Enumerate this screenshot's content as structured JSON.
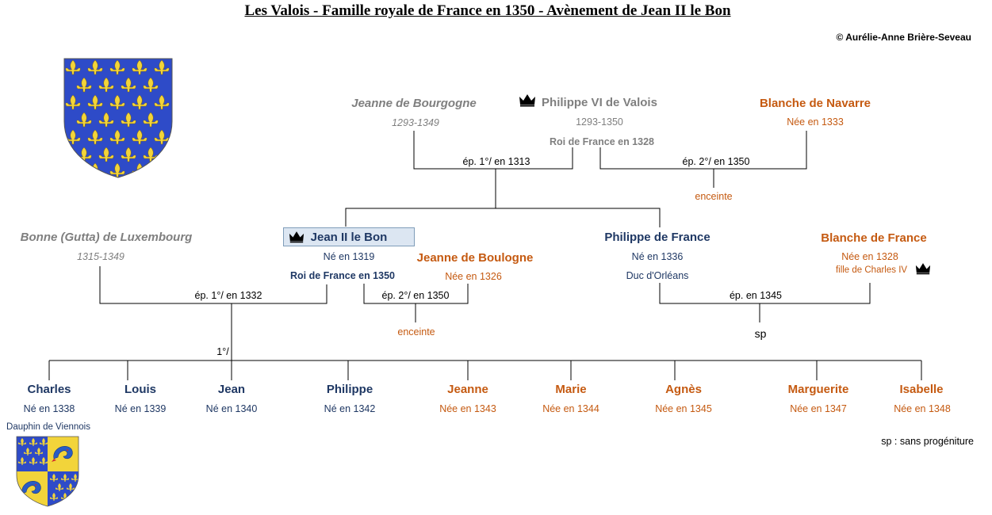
{
  "header": {
    "title": "Les Valois - Famille royale de France en 1350 - Avènement de Jean II le Bon",
    "copyright": "© Aurélie-Anne Brière-Seveau"
  },
  "gen1": {
    "jeanne_bourgogne": {
      "name": "Jeanne de Bourgogne",
      "dates": "1293-1349"
    },
    "philippe_vi": {
      "name": "Philippe VI de Valois",
      "dates": "1293-1350",
      "title": "Roi de France en 1328"
    },
    "blanche_navarre": {
      "name": "Blanche de Navarre",
      "born": "Née en 1333"
    },
    "marriage1": "ép. 1°/ en 1313",
    "marriage2": "ép. 2°/ en 1350",
    "enceinte": "enceinte"
  },
  "gen2": {
    "bonne": {
      "name": "Bonne (Gutta) de Luxembourg",
      "dates": "1315-1349"
    },
    "jean_ii": {
      "name": "Jean II le Bon",
      "born": "Né en 1319",
      "title": "Roi de France en 1350"
    },
    "jeanne_boulogne": {
      "name": "Jeanne de Boulogne",
      "born": "Née en 1326"
    },
    "philippe_france": {
      "name": "Philippe de France",
      "born": "Né en 1336",
      "title": "Duc d'Orléans"
    },
    "blanche_france": {
      "name": "Blanche de France",
      "born": "Née en 1328",
      "note": "fille de Charles IV"
    },
    "marriage1": "ép. 1°/ en 1332",
    "marriage2": "ép. 2°/ en 1350",
    "enceinte": "enceinte",
    "marriage3": "ép. en 1345",
    "sp": "sp"
  },
  "gen3": {
    "branch_label": "1°/",
    "children": [
      {
        "name": "Charles",
        "born": "Né en 1338",
        "sex": "m"
      },
      {
        "name": "Louis",
        "born": "Né en 1339",
        "sex": "m"
      },
      {
        "name": "Jean",
        "born": "Né en 1340",
        "sex": "m"
      },
      {
        "name": "Philippe",
        "born": "Né en 1342",
        "sex": "m"
      },
      {
        "name": "Jeanne",
        "born": "Née en 1343",
        "sex": "f"
      },
      {
        "name": "Marie",
        "born": "Née en 1344",
        "sex": "f"
      },
      {
        "name": "Agnès",
        "born": "Née en 1345",
        "sex": "f"
      },
      {
        "name": "Marguerite",
        "born": "Née en 1347",
        "sex": "f"
      },
      {
        "name": "Isabelle",
        "born": "Née en 1348",
        "sex": "f"
      }
    ],
    "charles_title": "Dauphin de Viennois"
  },
  "legend": {
    "sp": "sp : sans progéniture"
  },
  "colors": {
    "male": "#1F3864",
    "female": "#C55A11",
    "deceased": "#7F7F7F",
    "shield_blue": "#2E4BC8",
    "lily_gold": "#F2D43A"
  },
  "icons": [
    "france-shield-icon",
    "dauphine-shield-icon",
    "crown-icon"
  ]
}
